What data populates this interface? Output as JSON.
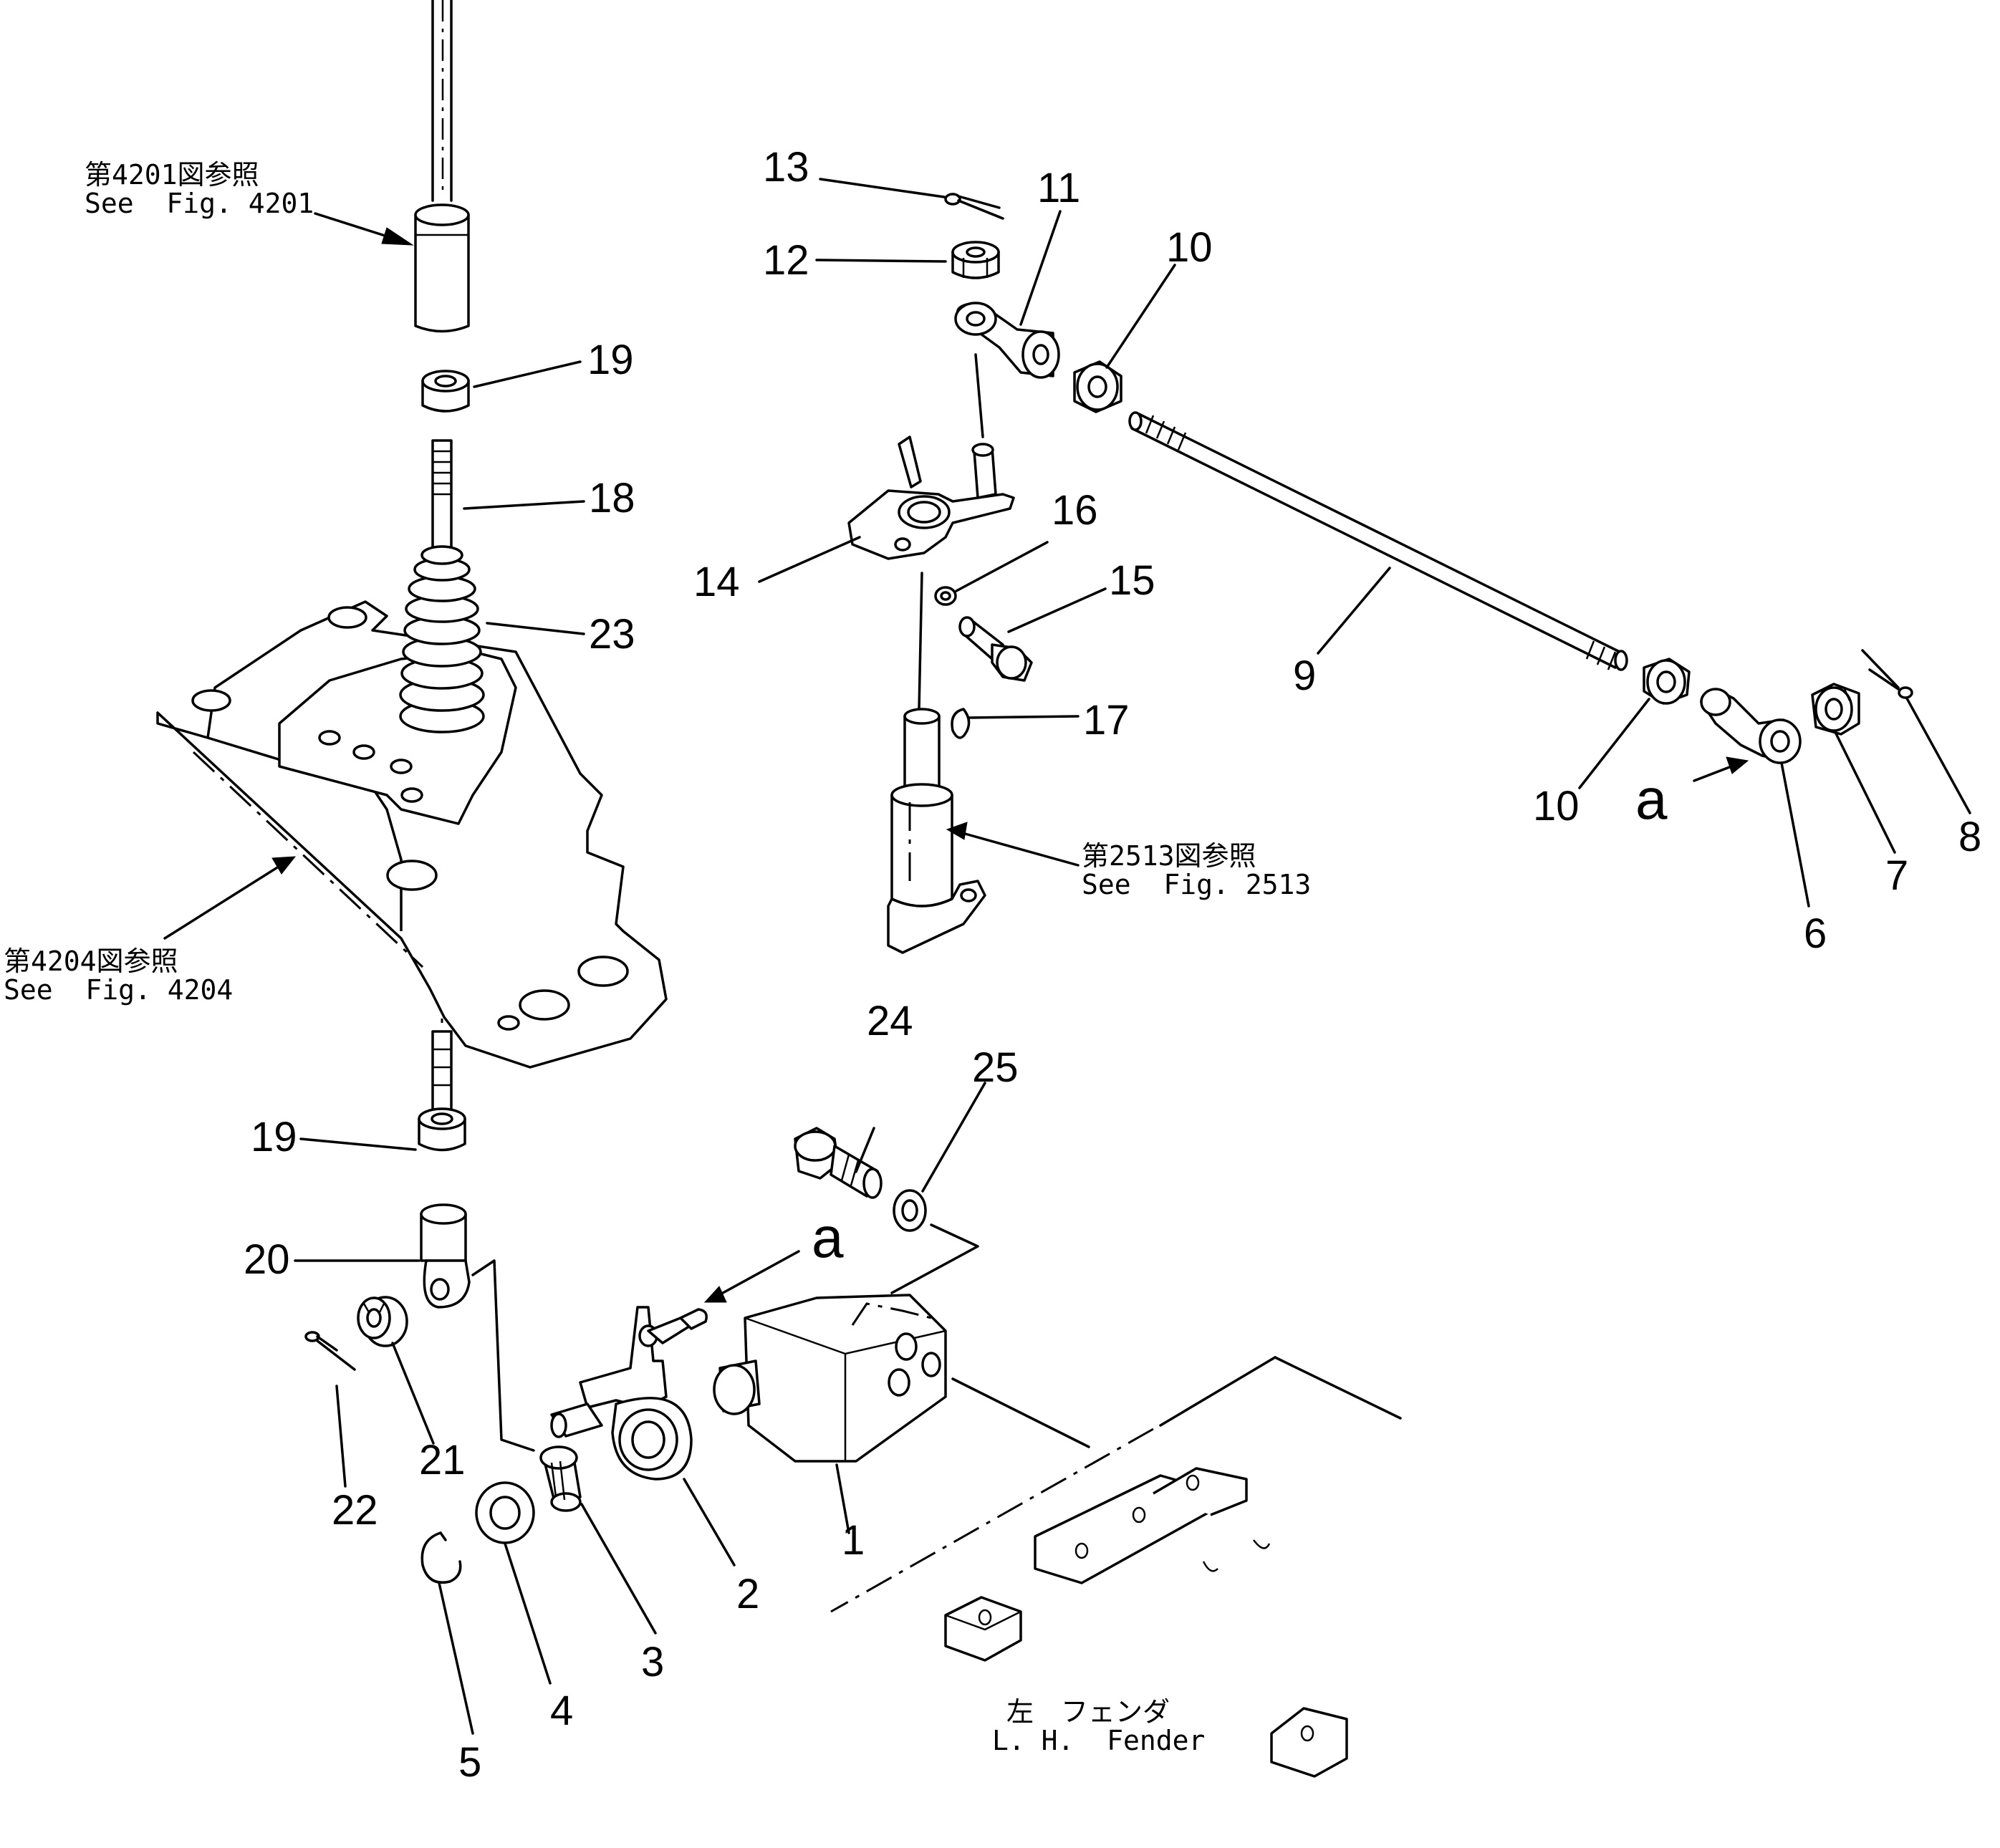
{
  "callouts": [
    {
      "id": "1",
      "text": "1"
    },
    {
      "id": "2",
      "text": "2"
    },
    {
      "id": "3",
      "text": "3"
    },
    {
      "id": "4",
      "text": "4"
    },
    {
      "id": "5",
      "text": "5"
    },
    {
      "id": "6",
      "text": "6"
    },
    {
      "id": "7",
      "text": "7"
    },
    {
      "id": "8",
      "text": "8"
    },
    {
      "id": "9",
      "text": "9"
    },
    {
      "id": "10a",
      "text": "10"
    },
    {
      "id": "10b",
      "text": "10"
    },
    {
      "id": "11",
      "text": "11"
    },
    {
      "id": "12",
      "text": "12"
    },
    {
      "id": "13",
      "text": "13"
    },
    {
      "id": "14",
      "text": "14"
    },
    {
      "id": "15",
      "text": "15"
    },
    {
      "id": "16",
      "text": "16"
    },
    {
      "id": "17",
      "text": "17"
    },
    {
      "id": "18",
      "text": "18"
    },
    {
      "id": "19a",
      "text": "19"
    },
    {
      "id": "19b",
      "text": "19"
    },
    {
      "id": "20",
      "text": "20"
    },
    {
      "id": "21",
      "text": "21"
    },
    {
      "id": "22",
      "text": "22"
    },
    {
      "id": "23",
      "text": "23"
    },
    {
      "id": "24",
      "text": "24"
    },
    {
      "id": "25",
      "text": "25"
    }
  ],
  "references": {
    "fig4201": {
      "jp": "第4201図参照",
      "en": "See  Fig. 4201"
    },
    "fig4204": {
      "jp": "第4204図参照",
      "en": "See  Fig. 4204"
    },
    "fig2513": {
      "jp": "第2513図参照",
      "en": "See  Fig. 2513"
    }
  },
  "fender": {
    "jp": "左　フェンダ",
    "en": "L. H.  Fender"
  },
  "connection_marks": {
    "a1": "a",
    "a2": "a"
  }
}
